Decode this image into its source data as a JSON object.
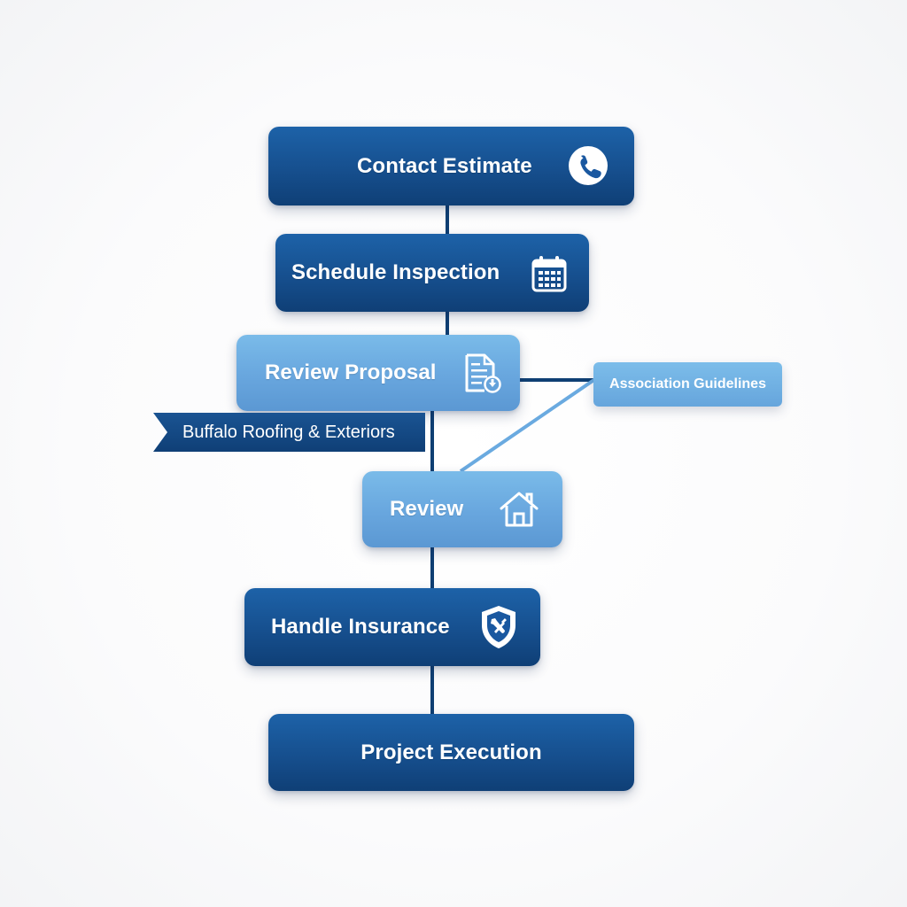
{
  "diagram": {
    "type": "process-flowchart",
    "colors": {
      "dark_node": "#164f8e",
      "light_node": "#68a6de",
      "connector": "#0f3f73",
      "background": "#fbfbfc"
    },
    "steps": [
      {
        "id": "contact",
        "label": "Contact Estimate",
        "icon": "phone-icon",
        "style": "dark"
      },
      {
        "id": "schedule",
        "label": "Schedule Inspection",
        "icon": "calendar-icon",
        "style": "dark"
      },
      {
        "id": "proposal",
        "label": "Review Proposal",
        "icon": "document-download-icon",
        "style": "light"
      },
      {
        "id": "review",
        "label": "Review",
        "icon": "house-icon",
        "style": "light"
      },
      {
        "id": "insurance",
        "label": "Handle Insurance",
        "icon": "shield-wrench-icon",
        "style": "dark"
      },
      {
        "id": "execution",
        "label": "Project Execution",
        "icon": "",
        "style": "dark"
      }
    ],
    "side_note": {
      "label": "Association Guidelines",
      "connects_to": [
        "Review Proposal",
        "Review"
      ]
    },
    "ribbon": {
      "label": "Buffalo Roofing & Exteriors"
    }
  }
}
